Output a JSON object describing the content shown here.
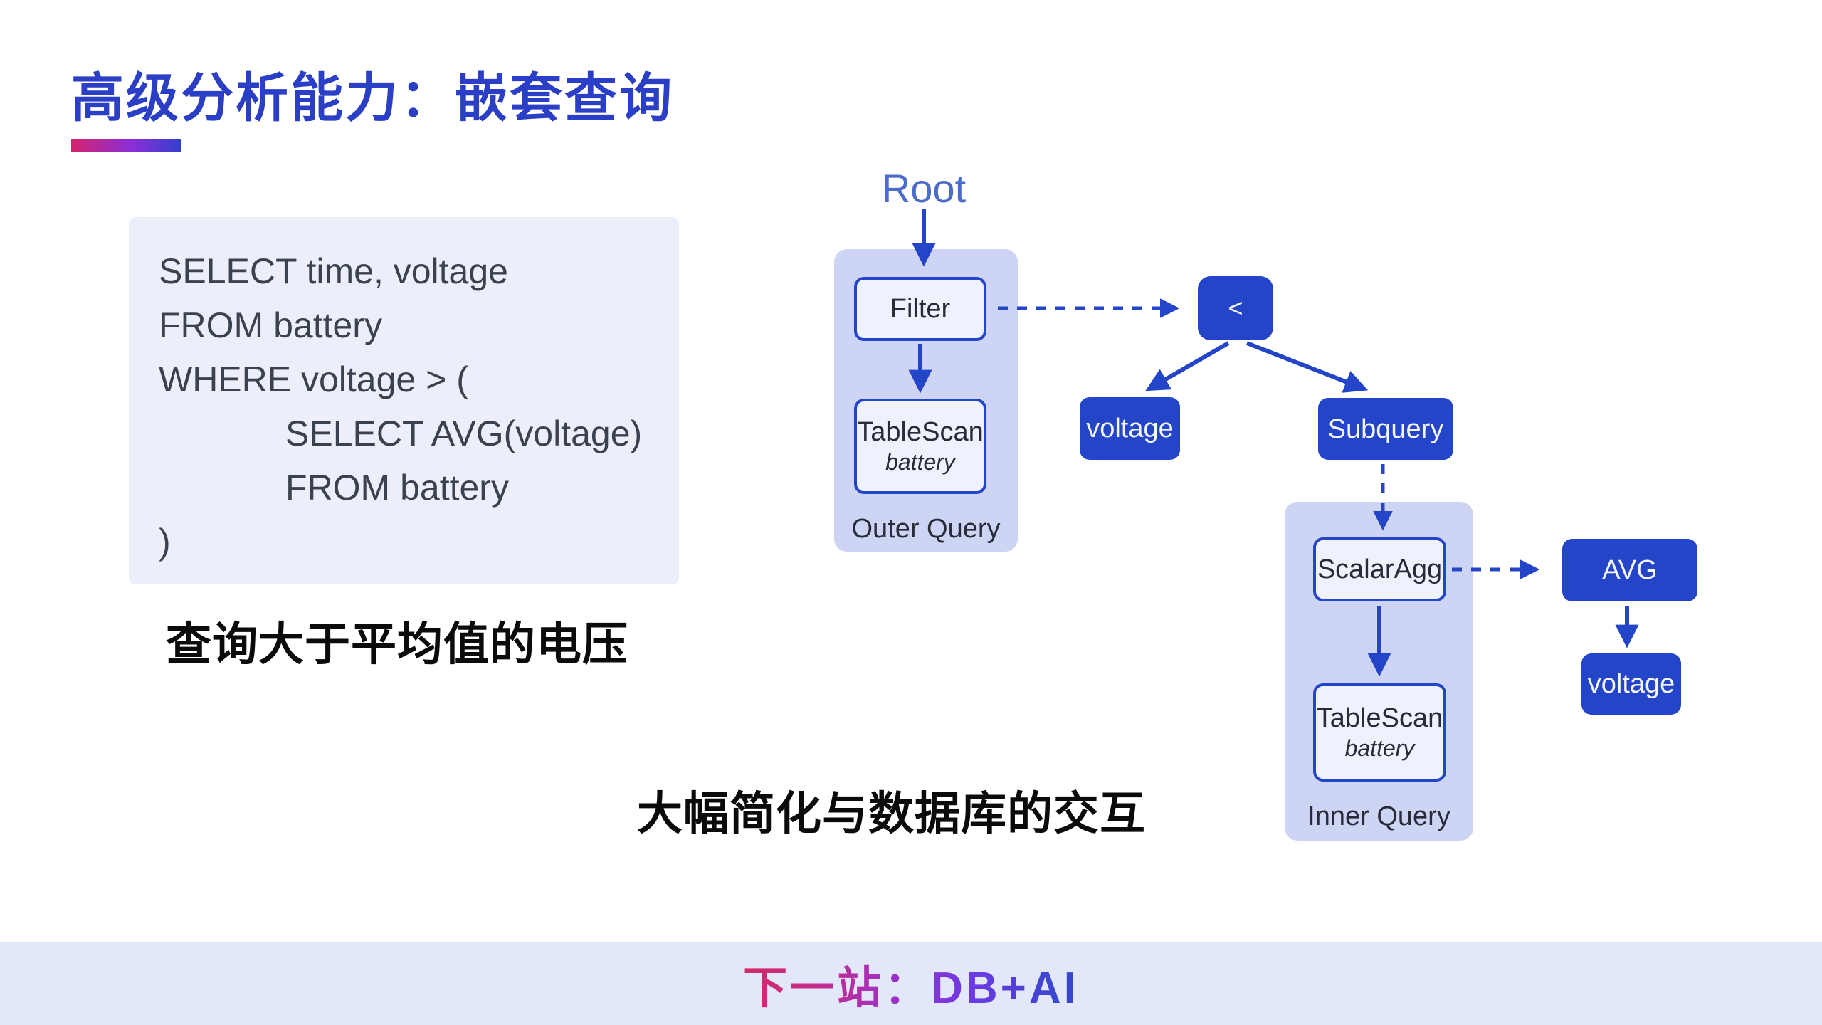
{
  "title": "高级分析能力：嵌套查询",
  "accent_bar_colors": [
    "#d4246e",
    "#8a2fd6",
    "#3340cc"
  ],
  "sql": {
    "lines": [
      "SELECT time, voltage",
      "FROM battery",
      "WHERE voltage > (",
      "SELECT AVG(voltage)",
      "FROM battery",
      ")"
    ]
  },
  "captions": {
    "left": "查询大于平均值的电压",
    "bottom": "大幅简化与数据库的交互"
  },
  "diagram": {
    "root_label": "Root",
    "groups": {
      "outer": "Outer Query",
      "inner": "Inner Query"
    },
    "nodes": {
      "filter": "Filter",
      "tablescan_outer_title": "TableScan",
      "tablescan_outer_subtitle": "battery",
      "lt": "<",
      "voltage_left": "voltage",
      "subquery": "Subquery",
      "scalaragg": "ScalarAgg",
      "tablescan_inner_title": "TableScan",
      "tablescan_inner_subtitle": "battery",
      "avg": "AVG",
      "voltage_right": "voltage"
    },
    "edges": [
      {
        "from": "root",
        "to": "filter",
        "style": "solid"
      },
      {
        "from": "filter",
        "to": "tablescan_outer",
        "style": "solid"
      },
      {
        "from": "filter",
        "to": "lt",
        "style": "dashed"
      },
      {
        "from": "lt",
        "to": "voltage_left",
        "style": "solid"
      },
      {
        "from": "lt",
        "to": "subquery",
        "style": "solid"
      },
      {
        "from": "subquery",
        "to": "scalaragg",
        "style": "dashed"
      },
      {
        "from": "scalaragg",
        "to": "tablescan_inner",
        "style": "solid"
      },
      {
        "from": "scalaragg",
        "to": "avg",
        "style": "dashed"
      },
      {
        "from": "avg",
        "to": "voltage_right",
        "style": "solid"
      }
    ],
    "colors": {
      "node_blue": "#2545c8",
      "group_fill": "#cdd4f4",
      "light_node_fill": "#eff2fc",
      "root_label": "#4b6cc8"
    }
  },
  "footer": {
    "text": "下一站：DB+AI",
    "bar_color": "#e3e7fa",
    "text_gradient": [
      "#d42a67",
      "#9333cf",
      "#3647ce"
    ]
  },
  "colors": {
    "title": "#2b3ec6",
    "caption": "#0b0b0d",
    "sql_text": "#3a4150",
    "sql_card_bg": "#eceff9"
  }
}
